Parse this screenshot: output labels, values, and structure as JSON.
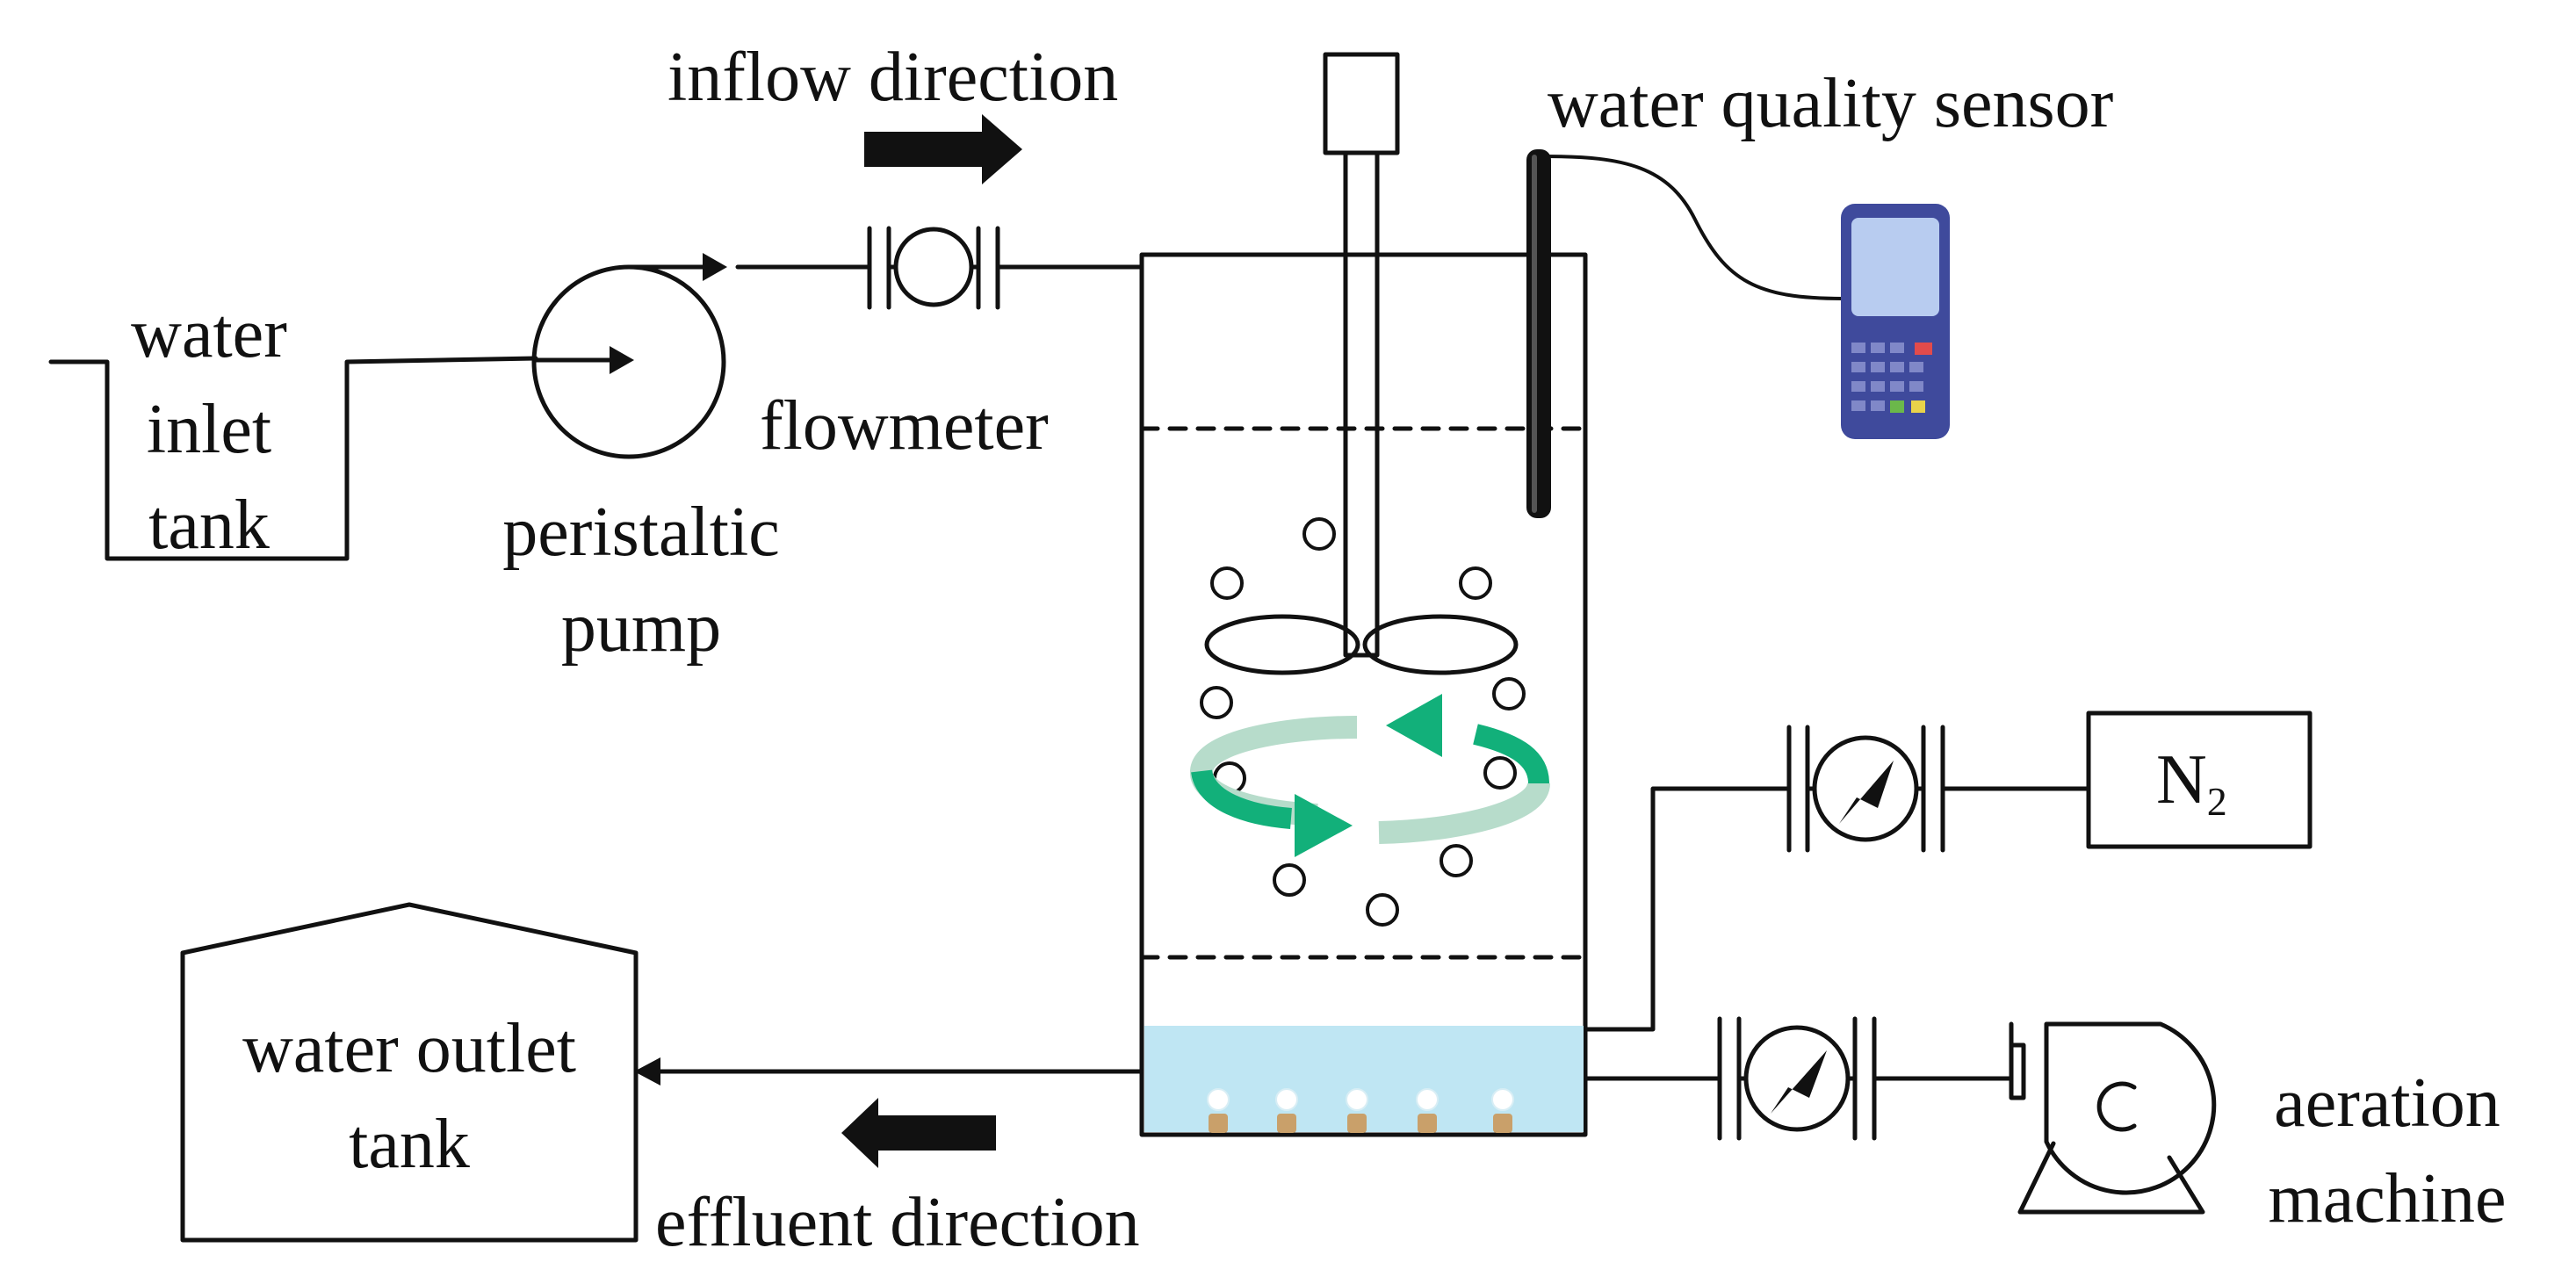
{
  "labels": {
    "inflow_direction": "inflow direction",
    "water_quality_sensor": "water quality sensor",
    "water_inlet_tank": [
      "water",
      "inlet",
      "tank"
    ],
    "peristaltic_pump": [
      "peristaltic",
      "pump"
    ],
    "flowmeter": "flowmeter",
    "nitrogen_main": "N",
    "nitrogen_sub": "2",
    "water_outlet_tank": [
      "water outlet",
      "tank"
    ],
    "effluent_direction": "effluent direction",
    "aeration_machine": [
      "aeration",
      "machine"
    ]
  },
  "colors": {
    "line": "#111111",
    "swirl_arrow": "#12b07a",
    "swirl_light": "#b7dccb",
    "water_layer": "#bfe6f3",
    "diffuser": "#c9a06a",
    "sensor_body": "#3f4a9c",
    "sensor_screen": "#b8ccf0",
    "key_red": "#e24b4b",
    "key_green": "#6bb84a",
    "key_yellow": "#e9d34a"
  }
}
